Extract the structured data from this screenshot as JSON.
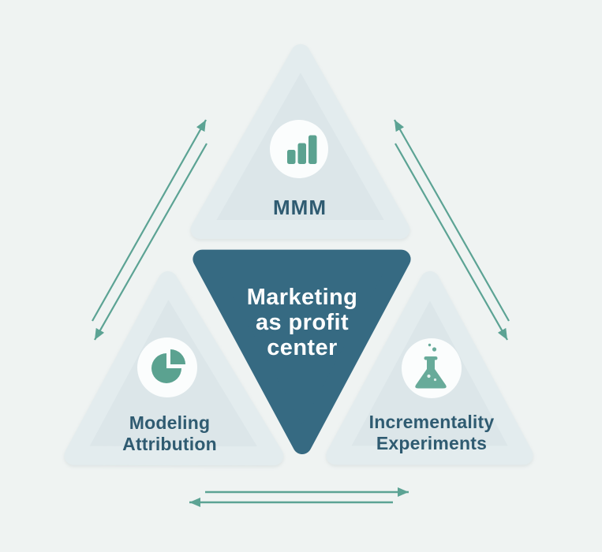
{
  "diagram": {
    "title": "Marketing as profit center triangle",
    "center_node": {
      "full_label": "Marketing as profit center",
      "label_lines": [
        "Marketing",
        "as profit",
        "center"
      ]
    },
    "nodes": {
      "mmm": {
        "label": "MMM",
        "icon": "bar-chart-icon",
        "position": "top"
      },
      "modeling_attribution": {
        "full_label": "Modeling Attribution",
        "label_lines": [
          "Modeling",
          "Attribution"
        ],
        "icon": "pie-chart-icon",
        "position": "bottom-left"
      },
      "incrementality_experiments": {
        "full_label": "Incrementality Experiments",
        "label_lines": [
          "Incrementality",
          "Experiments"
        ],
        "icon": "flask-icon",
        "position": "bottom-right"
      }
    },
    "arrows": [
      {
        "side": "left",
        "style": "bidirectional-pair"
      },
      {
        "side": "right",
        "style": "bidirectional-pair"
      },
      {
        "side": "bottom",
        "style": "bidirectional-pair"
      }
    ]
  },
  "colors": {
    "background": "#eff3f2",
    "light_triangle": "#dce6e9",
    "light_triangle_edge": "#e3ecee",
    "dark_triangle": "#366a82",
    "icon_circle": "#fbfdfd",
    "icon_teal": "#5ba290",
    "flask_teal": "#68ab9a",
    "arrow": "#5ca394",
    "label_text": "#2f5b71",
    "center_text": "#ffffff"
  }
}
